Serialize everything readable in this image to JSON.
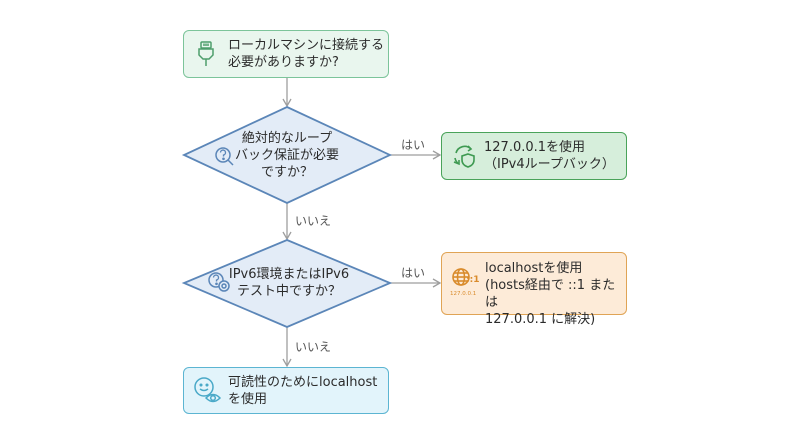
{
  "nodes": {
    "start": {
      "line1": "ローカルマシンに接続する",
      "line2": "必要がありますか?",
      "icon": "ethernet-plug-icon"
    },
    "decision1": {
      "line1": "絶対的なループ",
      "line2": "バック保証が必要",
      "line3": "ですか？",
      "icon": "question-search-icon"
    },
    "result_ipv4": {
      "line1": "127.0.0.1を使用",
      "line2": "（IPv4ループバック）",
      "icon": "refresh-shield-icon"
    },
    "decision2": {
      "line1": "IPv6環境またはIPv6",
      "line2": "テスト中ですか？",
      "icon": "question-gear-icon"
    },
    "result_localhost": {
      "line1": "localhostを使用",
      "line2": "(hosts経由で ::1 または",
      "line3": "127.0.0.1 に解決)",
      "icon": "globe-icon",
      "icon_label_top": "::1",
      "icon_label_bottom": "127.0.0.1"
    },
    "result_readability": {
      "line1": "可読性のためにlocalhost",
      "line2": "を使用",
      "icon": "face-eye-icon"
    }
  },
  "edges": {
    "yes1": "はい",
    "no1": "いいえ",
    "yes2": "はい",
    "no2": "いいえ"
  },
  "colors": {
    "arrow": "#9e9e9e",
    "diamond_fill": "#e3ecf7",
    "diamond_stroke": "#5b86b8",
    "green": "#4aa35a",
    "orange": "#e0a455",
    "blue": "#5cb5d2"
  }
}
